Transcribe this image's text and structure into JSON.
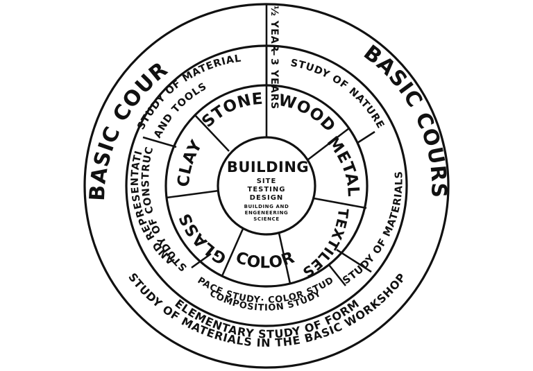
{
  "basic_course": {
    "left": "BASIC COURSE",
    "right": "BASIC COURSE",
    "bottom_outer": "STUDY OF MATERIALS IN THE BASIC WORKSHOP",
    "bottom_inner": "ELEMENTARY STUDY OF FORM"
  },
  "timeline": {
    "half_year": "½ YEAR",
    "three_years": "3 YEARS",
    "separator": "—"
  },
  "middle_ring": {
    "materials_tools_1": "STUDY OF MATERIALS",
    "materials_tools_2": "AND TOOLS",
    "nature": "STUDY OF NATURE",
    "materials": "STUDY OF MATERIALS",
    "construction_1": "STUDY OF CONSTRUCTION",
    "construction_2": "AND REPRESENTATION",
    "space_color_1": "SPACE STUDY· COLOR STUDY",
    "space_color_2": "COMPOSITION STUDY"
  },
  "workshops": {
    "stone": "STONE",
    "wood": "WOOD",
    "metal": "METAL",
    "textiles": "TEXTILES",
    "color": "COLOR",
    "glass": "GLASS",
    "clay": "CLAY"
  },
  "center": {
    "title": "BUILDING",
    "line1": "SITE",
    "line2": "TESTING",
    "line3": "DESIGN",
    "line4": "BUILDING AND",
    "line5": "ENGENEERING",
    "line6": "SCIENCE"
  }
}
